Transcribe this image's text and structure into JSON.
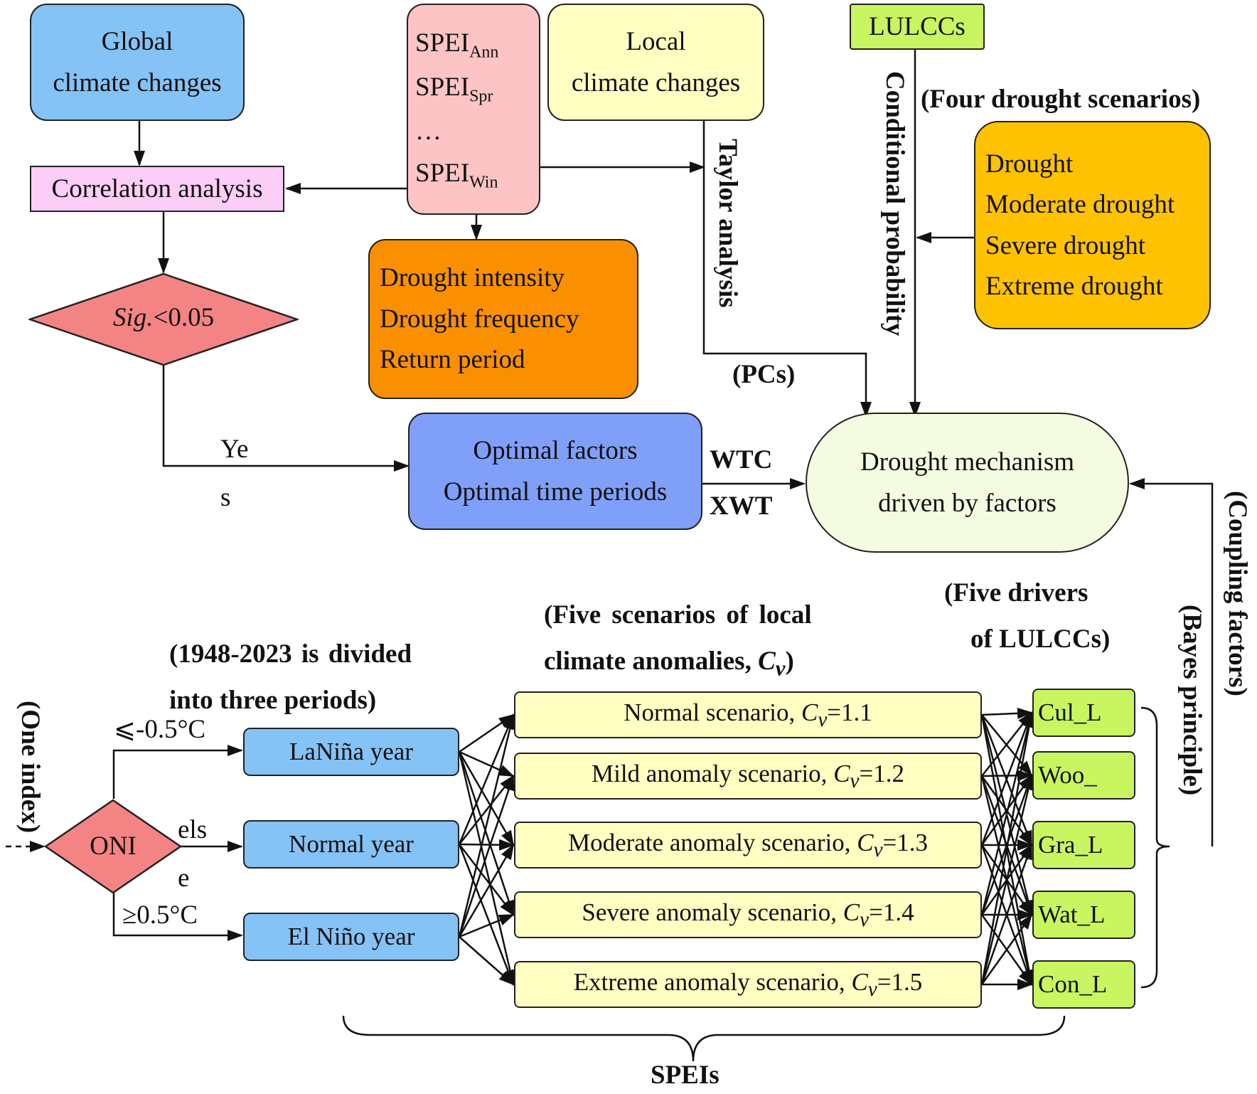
{
  "boxes": {
    "global_climate": [
      "Global",
      "climate changes"
    ],
    "spei_list": {
      "items": [
        [
          "SPEI",
          "Ann"
        ],
        [
          "SPEI",
          "Spr"
        ],
        [
          "…",
          ""
        ],
        [
          "SPEI",
          "Win"
        ]
      ]
    },
    "local_climate": [
      "Local",
      "climate changes"
    ],
    "lulccs": "LULCCs",
    "correlation": "Correlation analysis",
    "significance": {
      "italic": "Sig.",
      "rest": "<0.05"
    },
    "drought_metrics": [
      "Drought intensity",
      "Drought frequency",
      "Return period"
    ],
    "drought_scenarios": [
      "Drought",
      "Moderate drought",
      "Severe drought",
      "Extreme drought"
    ],
    "optimal": [
      "Optimal factors",
      "Optimal time periods"
    ],
    "mechanism": [
      "Drought mechanism",
      "driven by factors"
    ],
    "oni": "ONI",
    "years": [
      "LaNiña year",
      "Normal year",
      "El Niño year"
    ],
    "anomaly_scenarios": [
      {
        "prefix": "Normal scenario, ",
        "value": "=1.1"
      },
      {
        "prefix": "Mild anomaly scenario, ",
        "value": "=1.2"
      },
      {
        "prefix": "Moderate anomaly scenario, ",
        "value": "=1.3"
      },
      {
        "prefix": "Severe anomaly scenario, ",
        "value": "=1.4"
      },
      {
        "prefix": "Extreme anomaly scenario, ",
        "value": "=1.5"
      }
    ],
    "lulcc_drivers": [
      "Cul_L",
      "Woo_",
      "Gra_L",
      "Wat_L",
      "Con_L"
    ]
  },
  "symbols": {
    "cv_main": "C",
    "cv_sub": "v"
  },
  "labels": {
    "four_scenarios": "(Four drought scenarios)",
    "taylor": "Taylor analysis",
    "pcs": "(PCs)",
    "conditional": "Conditional probability",
    "yes_1": "Ye",
    "yes_2": "s",
    "wtc": "WTC",
    "xwt": "XWT",
    "coupling": "(Coupling factors)",
    "bayes": "(Bayes principle)",
    "five_drivers": [
      "(Five drivers",
      "of LULCCs)"
    ],
    "five_scenarios": "(Five scenarios of local",
    "five_scenarios_2": "climate anomalies, ",
    "five_scenarios_close": ")",
    "periods": [
      "(1948-2023 is divided",
      "into three periods)"
    ],
    "one_index": "(One index)",
    "le": "⩽-0.5°C",
    "else_1": "els",
    "else_2": "e",
    "ge": "≥0.5°C",
    "speis": "SPEIs"
  },
  "colors": {
    "global": "#85c2f5",
    "spei": "#fcc4c4",
    "local": "#ffffc2",
    "lulcc": "#c8f560",
    "correlation": "#fccdf7",
    "diamond": "#f48484",
    "metrics": "#fa9000",
    "scenarios": "#ffc200",
    "optimal": "#7f9ff8",
    "mechanism": "#f3fce0"
  }
}
